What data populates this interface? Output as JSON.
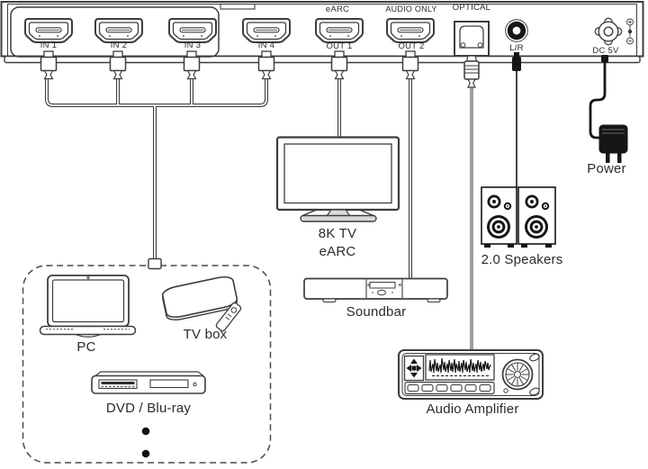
{
  "panel": {
    "inputs": [
      {
        "label": "IN 1"
      },
      {
        "label": "IN 2"
      },
      {
        "label": "IN 3"
      },
      {
        "label": "IN 4"
      }
    ],
    "out1": {
      "top_label": "eARC",
      "label": "OUT 1"
    },
    "out2": {
      "top_label": "AUDIO ONLY",
      "label": "OUT 2"
    },
    "optical_label": "OPTICAL",
    "lr_label": "L/R",
    "dc_label": "DC 5V"
  },
  "devices": {
    "tv_label_line1": "8K TV",
    "tv_label_line2": "eARC",
    "soundbar_label": "Soundbar",
    "speakers_label": "2.0 Speakers",
    "amplifier_label": "Audio Amplifier",
    "power_label": "Power",
    "pc_label": "PC",
    "tv_box_label": "TV box",
    "dvd_label": "DVD / Blu-ray"
  },
  "icons": {
    "hdmi_port": "hdmi-port-icon",
    "optical_port": "toslink-port-icon",
    "lr_port": "audio-jack-port-icon",
    "dc_port": "dc-power-port-icon",
    "polarity": "center-positive-polarity-icon"
  },
  "colors": {
    "line": "#3d3d3d",
    "ink": "#161616",
    "text": "#2b2b2b",
    "shade": "#d9d9d9",
    "background": "#ffffff"
  }
}
